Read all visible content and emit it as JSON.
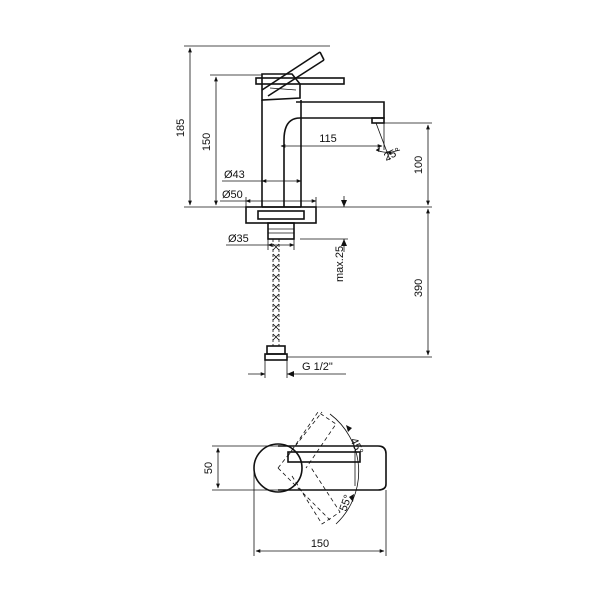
{
  "side_view": {
    "height_total": "185",
    "height_body": "150",
    "spout_reach": "115",
    "spout_angle": "25°",
    "spout_height": "100",
    "body_diameter": "Ø43",
    "base_diameter": "Ø50",
    "thread_diameter": "Ø35",
    "max_counter": "max.25",
    "hose_length": "390",
    "connection": "G 1/2\""
  },
  "top_view": {
    "width": "50",
    "length": "150",
    "lever_angle_back": "45°",
    "lever_angle_front": "55°"
  }
}
